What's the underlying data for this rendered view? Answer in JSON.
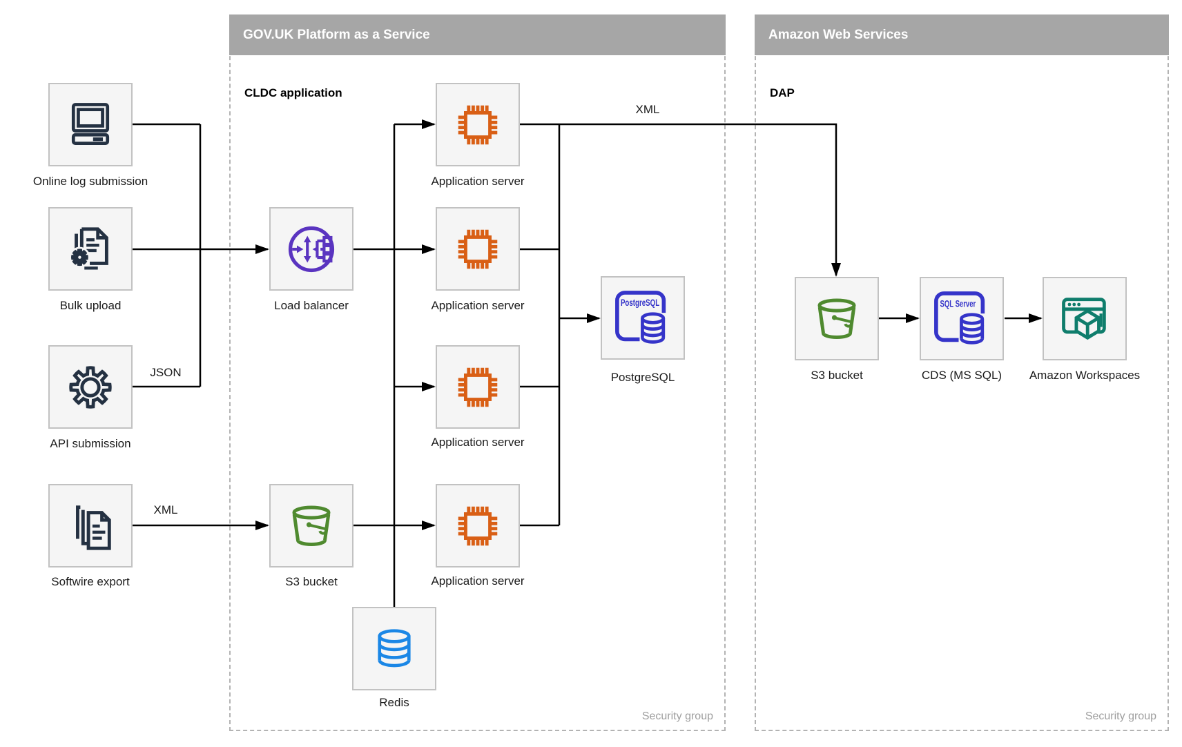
{
  "containers": {
    "paas": {
      "title": "GOV.UK Platform as a Service",
      "sublabel": "CLDC application",
      "security": "Security group"
    },
    "aws": {
      "title": "Amazon Web Services",
      "sublabel": "DAP",
      "security": "Security group"
    }
  },
  "nodes": {
    "online_log": {
      "label": "Online log submission",
      "icon": "computer-icon"
    },
    "bulk_upload": {
      "label": "Bulk upload",
      "icon": "document-gear-icon"
    },
    "api_submission": {
      "label": "API submission",
      "icon": "gear-icon"
    },
    "softwire_export": {
      "label": "Softwire export",
      "icon": "documents-icon"
    },
    "load_balancer": {
      "label": "Load balancer",
      "icon": "load-balancer-icon"
    },
    "app_server_1": {
      "label": "Application server",
      "icon": "chip-icon"
    },
    "app_server_2": {
      "label": "Application server",
      "icon": "chip-icon"
    },
    "app_server_3": {
      "label": "Application server",
      "icon": "chip-icon"
    },
    "app_server_4": {
      "label": "Application server",
      "icon": "chip-icon"
    },
    "postgresql": {
      "label": "PostgreSQL",
      "badge": "PostgreSQL",
      "icon": "postgresql-icon"
    },
    "s3_paas": {
      "label": "S3 bucket",
      "icon": "bucket-icon"
    },
    "redis": {
      "label": "Redis",
      "icon": "database-icon"
    },
    "s3_aws": {
      "label": "S3 bucket",
      "icon": "bucket-icon"
    },
    "cds": {
      "label": "CDS (MS SQL)",
      "badge": "SQL Server",
      "icon": "sql-server-icon"
    },
    "workspaces": {
      "label": "Amazon Workspaces",
      "icon": "workspaces-icon"
    }
  },
  "edge_labels": {
    "api_json": "JSON",
    "softwire_xml": "XML",
    "app_to_aws_xml": "XML"
  },
  "colors": {
    "header_bg": "#a6a6a6",
    "header_text": "#ffffff",
    "box_fill": "#f5f5f5",
    "box_border": "#c2c2c2",
    "container_border": "#b3b3b3",
    "connector": "#000000",
    "security_text": "#9e9e9e",
    "navy": "#243142",
    "purple": "#5a34c0",
    "orange": "#d95f15",
    "indigo": "#3534c9",
    "green": "#4f8a2f",
    "azure": "#1b87e6",
    "teal": "#0f7d6c"
  }
}
